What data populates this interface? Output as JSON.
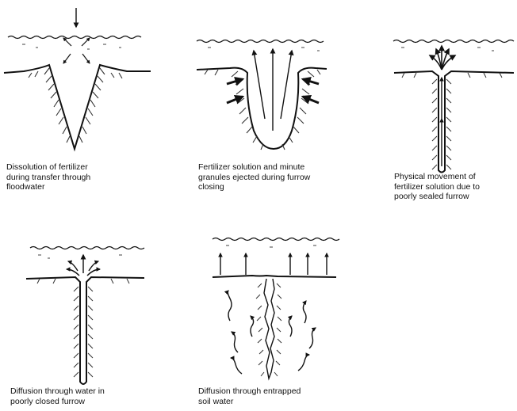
{
  "panels": [
    {
      "id": "dissolution-floodwater",
      "caption_lines": [
        "Dissolution of fertilizer",
        "during transfer through",
        "floodwater"
      ]
    },
    {
      "id": "ejected-furrow-closing",
      "caption_lines": [
        "Fertilizer solution and minute",
        "granules ejected during furrow",
        "closing"
      ]
    },
    {
      "id": "poorly-sealed-furrow",
      "caption_lines": [
        "Physical movement of",
        "fertilizer solution due to",
        "poorly sealed furrow"
      ]
    },
    {
      "id": "poorly-closed-furrow",
      "caption_lines": [
        "Diffusion through water in",
        "poorly closed furrow"
      ]
    },
    {
      "id": "entrapped-soil-water",
      "caption_lines": [
        "Diffusion through entrapped",
        "soil water"
      ]
    }
  ],
  "colors": {
    "ink": "#111111",
    "soil_hatch": "#333333",
    "background": "#ffffff"
  }
}
